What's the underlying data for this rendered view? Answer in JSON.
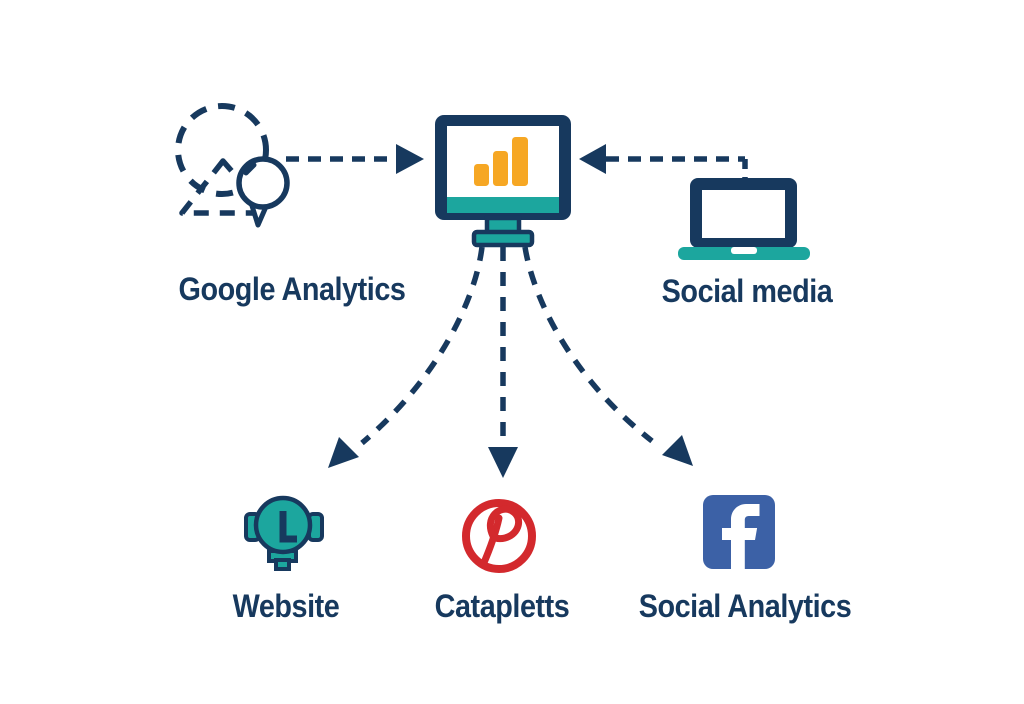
{
  "diagram": {
    "sources": [
      {
        "label": "Google Analytics",
        "icon": "dashed-circle-mountain-chat-icon"
      },
      {
        "label": "Social media",
        "icon": "laptop-icon"
      }
    ],
    "hub": {
      "icon": "monitor-bar-chart-icon"
    },
    "targets": [
      {
        "label": "Website",
        "icon": "smart-bulb-icon"
      },
      {
        "label": "Catapletts",
        "icon": "pinterest-icon"
      },
      {
        "label": "Social Analytics",
        "icon": "facebook-icon"
      }
    ]
  },
  "colors": {
    "navy": "#17395e",
    "teal": "#1ca69e",
    "orange": "#f6a724",
    "pinterest_red": "#d3292d",
    "facebook_blue": "#3c61a6",
    "background": "#ffffff"
  }
}
